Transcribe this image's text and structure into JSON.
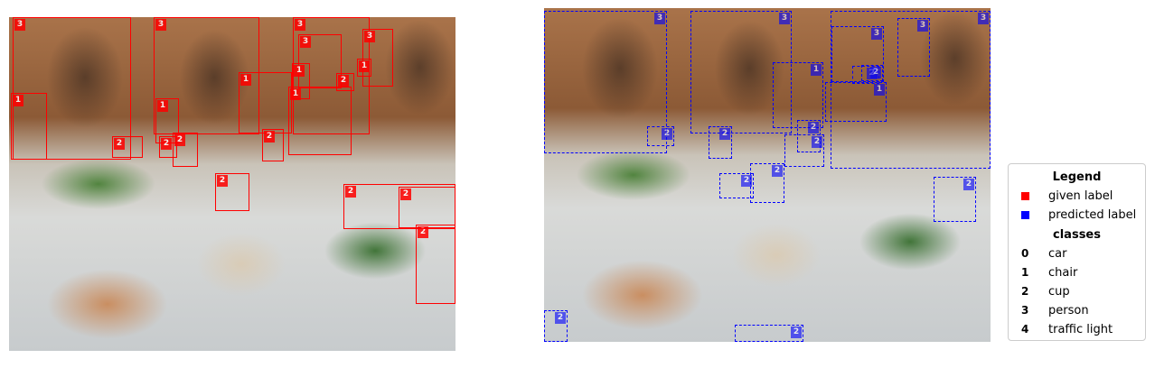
{
  "colors": {
    "given": "#ff0000",
    "predicted": "#0000ff"
  },
  "legend": {
    "title": "Legend",
    "given_label": "given label",
    "predicted_label": "predicted label",
    "classes_title": "classes",
    "classes": [
      {
        "id": "0",
        "name": "car"
      },
      {
        "id": "1",
        "name": "chair"
      },
      {
        "id": "2",
        "name": "cup"
      },
      {
        "id": "3",
        "name": "person"
      },
      {
        "id": "4",
        "name": "traffic light"
      }
    ]
  },
  "given_boxes": [
    {
      "label": "3"
    },
    {
      "label": "3"
    },
    {
      "label": "3"
    },
    {
      "label": "3"
    },
    {
      "label": "3"
    },
    {
      "label": "1"
    },
    {
      "label": "1"
    },
    {
      "label": "1"
    },
    {
      "label": "1"
    },
    {
      "label": "1"
    },
    {
      "label": "1"
    },
    {
      "label": "2"
    },
    {
      "label": "2"
    },
    {
      "label": "2"
    },
    {
      "label": "2"
    },
    {
      "label": "2"
    },
    {
      "label": "2"
    },
    {
      "label": "2"
    },
    {
      "label": "2"
    },
    {
      "label": "2"
    }
  ],
  "predicted_boxes": [
    {
      "label": "3"
    },
    {
      "label": "3"
    },
    {
      "label": "3"
    },
    {
      "label": "3"
    },
    {
      "label": "3"
    },
    {
      "label": "1"
    },
    {
      "label": "1"
    },
    {
      "label": "2"
    },
    {
      "label": "2"
    },
    {
      "label": "2"
    },
    {
      "label": "2"
    },
    {
      "label": "2"
    },
    {
      "label": "2"
    },
    {
      "label": "2"
    },
    {
      "label": "2"
    },
    {
      "label": "2"
    },
    {
      "label": "2"
    },
    {
      "label": "2"
    }
  ]
}
